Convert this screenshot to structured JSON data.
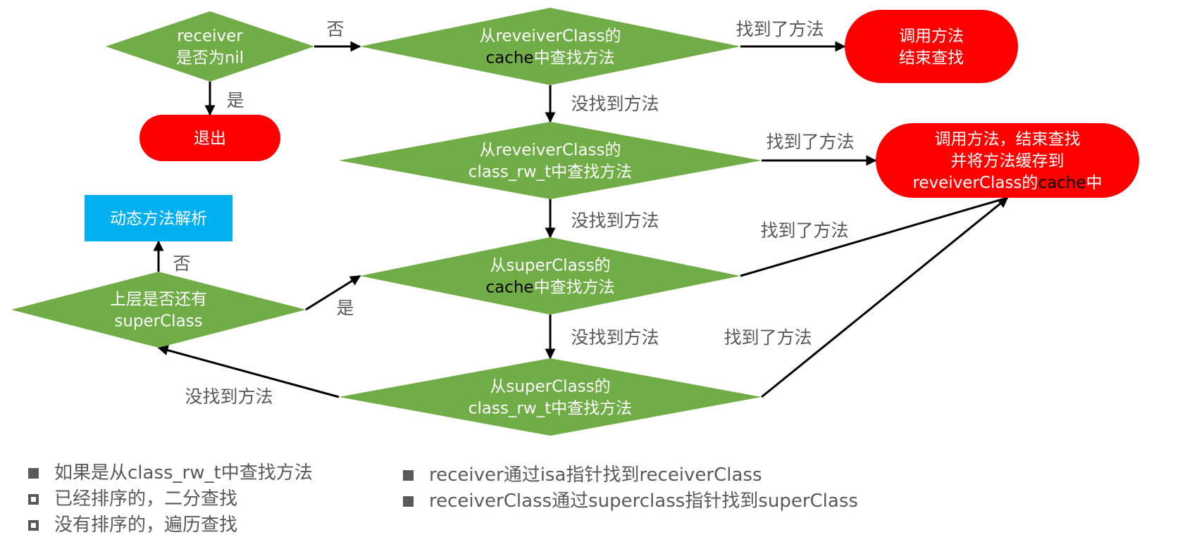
{
  "colors": {
    "decision": "#70AD47",
    "terminal": "#FF0000",
    "process": "#00B0F0",
    "label": "#595959",
    "edge": "#000000"
  },
  "nodes": {
    "receiver_nil": {
      "shape": "diamond",
      "lines": [
        [
          "receiver"
        ],
        [
          "是否为nil"
        ]
      ]
    },
    "exit": {
      "shape": "terminal",
      "lines": [
        [
          "退出"
        ]
      ]
    },
    "cls_cache": {
      "shape": "diamond",
      "lines": [
        [
          "从reveiverClass的"
        ],
        [
          "cache",
          "中查找方法"
        ]
      ]
    },
    "call_end": {
      "shape": "terminal",
      "lines": [
        [
          "调用方法"
        ],
        [
          "结束查找"
        ]
      ]
    },
    "cls_rw": {
      "shape": "diamond",
      "lines": [
        [
          "从reveiverClass的"
        ],
        [
          "class_rw_t中查找方法"
        ]
      ]
    },
    "call_cache": {
      "shape": "terminal",
      "lines": [
        [
          "调用方法，结束查找"
        ],
        [
          "并将方法缓存到"
        ],
        [
          "reveiverClass的",
          "cache",
          "中"
        ]
      ]
    },
    "dynamic": {
      "shape": "process",
      "lines": [
        [
          "动态方法解析"
        ]
      ]
    },
    "has_super": {
      "shape": "diamond",
      "lines": [
        [
          "上层是否还有"
        ],
        [
          "superClass"
        ]
      ]
    },
    "super_cache": {
      "shape": "diamond",
      "lines": [
        [
          "从superClass的"
        ],
        [
          "cache",
          "中查找方法"
        ]
      ]
    },
    "super_rw": {
      "shape": "diamond",
      "lines": [
        [
          "从superClass的"
        ],
        [
          "class_rw_t中查找方法"
        ]
      ]
    }
  },
  "edges": [
    {
      "from": "receiver_nil",
      "to": "cls_cache",
      "label": "否"
    },
    {
      "from": "receiver_nil",
      "to": "exit",
      "label": "是"
    },
    {
      "from": "cls_cache",
      "to": "call_end",
      "label": "找到了方法"
    },
    {
      "from": "cls_cache",
      "to": "cls_rw",
      "label": "没找到方法"
    },
    {
      "from": "cls_rw",
      "to": "call_cache",
      "label": "找到了方法"
    },
    {
      "from": "cls_rw",
      "to": "super_cache",
      "label": "没找到方法"
    },
    {
      "from": "super_cache",
      "to": "call_cache",
      "label": "找到了方法"
    },
    {
      "from": "super_cache",
      "to": "super_rw",
      "label": "没找到方法"
    },
    {
      "from": "super_rw",
      "to": "call_cache",
      "label": "找到了方法"
    },
    {
      "from": "super_rw",
      "to": "has_super",
      "label": "没找到方法"
    },
    {
      "from": "has_super",
      "to": "super_cache",
      "label": "是"
    },
    {
      "from": "has_super",
      "to": "dynamic",
      "label": "否"
    }
  ],
  "notes": {
    "left": [
      {
        "bullet": "filled",
        "text": "如果是从class_rw_t中查找方法"
      },
      {
        "bullet": "hollow",
        "text": "已经排序的，二分查找"
      },
      {
        "bullet": "hollow",
        "text": "没有排序的，遍历查找"
      }
    ],
    "right": [
      {
        "bullet": "filled",
        "text": "receiver通过isa指针找到receiverClass"
      },
      {
        "bullet": "filled",
        "text": "receiverClass通过superclass指针找到superClass"
      }
    ]
  }
}
